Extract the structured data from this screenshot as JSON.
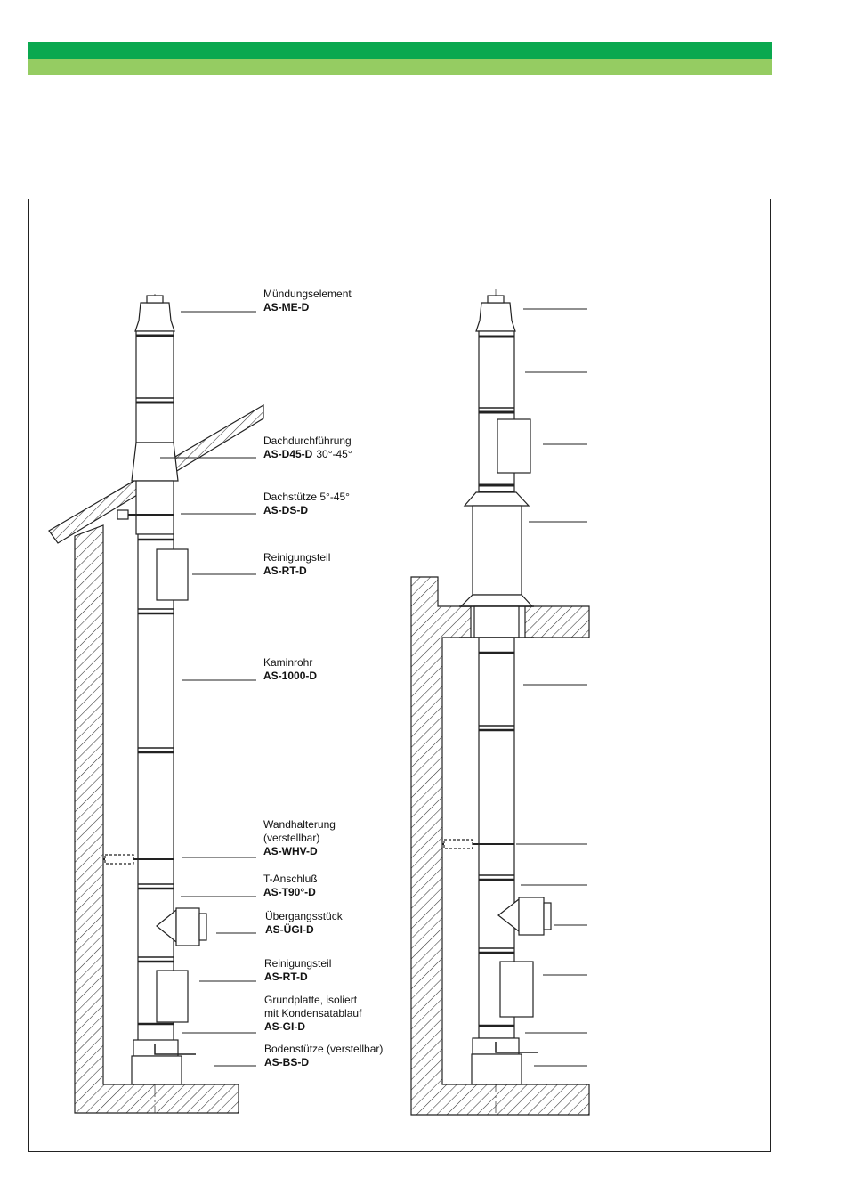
{
  "colors": {
    "band_dark": "#0aa84f",
    "band_light": "#95cc62"
  },
  "labels": [
    {
      "name": "Mündungselement",
      "code": "AS-ME-D",
      "extra": ""
    },
    {
      "name": "Dachdurchführung",
      "code": "AS-D45-D",
      "extra": "30°-45°"
    },
    {
      "name": "Dachstütze 5°-45°",
      "code": "AS-DS-D",
      "extra": ""
    },
    {
      "name": "Reinigungsteil",
      "code": "AS-RT-D",
      "extra": ""
    },
    {
      "name": "Kaminrohr",
      "code": "AS-1000-D",
      "extra": ""
    },
    {
      "name": "Wandhalterung",
      "name2": "(verstellbar)",
      "code": "AS-WHV-D",
      "extra": ""
    },
    {
      "name": "T-Anschluß",
      "code": "AS-T90°-D",
      "extra": ""
    },
    {
      "name": "Übergangsstück",
      "code": "AS-ÜGI-D",
      "extra": ""
    },
    {
      "name": "Reinigungsteil",
      "code": "AS-RT-D",
      "extra": ""
    },
    {
      "name": "Grundplatte, isoliert",
      "name2": "mit Kondensatablauf",
      "code": "AS-GI-D",
      "extra": ""
    },
    {
      "name": "Bodenstütze (verstellbar)",
      "code": "AS-BS-D",
      "extra": ""
    }
  ]
}
